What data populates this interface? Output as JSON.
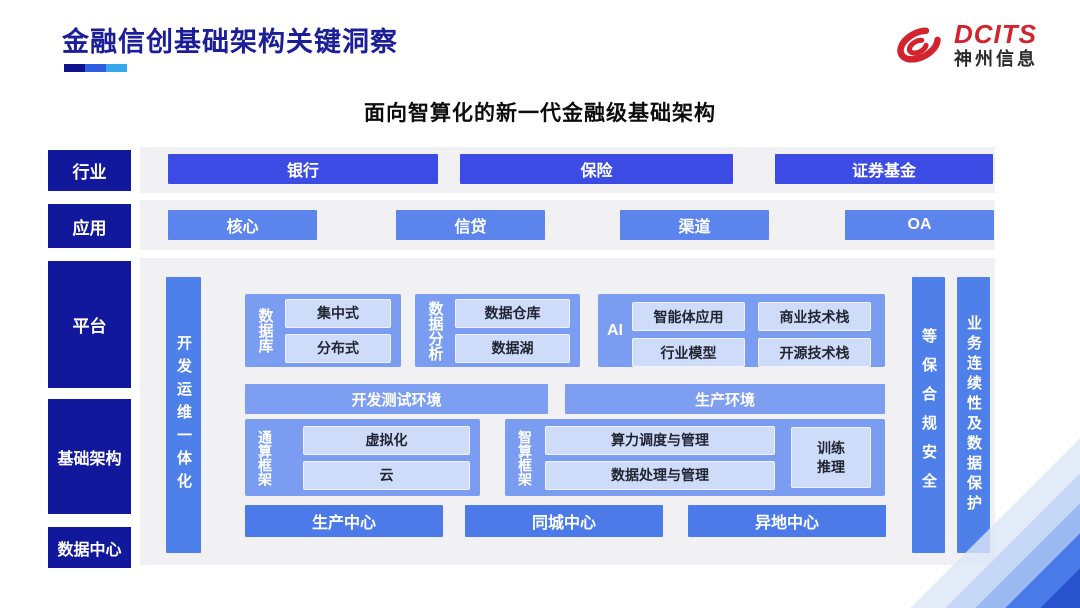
{
  "colors": {
    "navy": "#11189b",
    "titlecol": "#1b1e97",
    "royal": "#3b4be3",
    "medblue": "#5b84ec",
    "barblue": "#4f80ea",
    "groupblue": "#7b9df1",
    "chipblue": "#cfdcf9",
    "chiptext": "#1f2430",
    "centerblue": "#4c7ae9",
    "panelgray": "#f1f1f4",
    "logored": "#d2232e",
    "envblue": "#7e9ef1"
  },
  "header": {
    "title": "金融信创基础架构关键洞察",
    "logo": {
      "brand": "DCITS",
      "company": "神州信息"
    }
  },
  "subtitle": "面向智算化的新一代金融级基础架构",
  "row_labels": {
    "industry": "行业",
    "application": "应用",
    "platform": "平台",
    "infrastructure": "基础架构",
    "datacenter": "数据中心"
  },
  "industry_items": [
    "银行",
    "保险",
    "证券基金"
  ],
  "application_items": [
    "核心",
    "信贷",
    "渠道",
    "OA"
  ],
  "devops_bar": "开发运维一体化",
  "groups": {
    "database": {
      "label": "数据库",
      "items": [
        "集中式",
        "分布式"
      ]
    },
    "analytics": {
      "label": "数据分析",
      "items": [
        "数据仓库",
        "数据湖"
      ]
    },
    "ai": {
      "label": "AI",
      "items": [
        "智能体应用",
        "商业技术栈",
        "行业模型",
        "开源技术栈"
      ]
    },
    "general_compute": {
      "label": "通算框架",
      "items": [
        "虚拟化",
        "云"
      ]
    },
    "intelligent_compute": {
      "label": "智算框架",
      "items": [
        "算力调度与管理",
        "数据处理与管理"
      ],
      "side_item": "训练\n推理"
    }
  },
  "environments": [
    "开发测试环境",
    "生产环境"
  ],
  "centers": [
    "生产中心",
    "同城中心",
    "异地中心"
  ],
  "right_bars": [
    "等保合规安全",
    "业务连续性及数据保护"
  ]
}
